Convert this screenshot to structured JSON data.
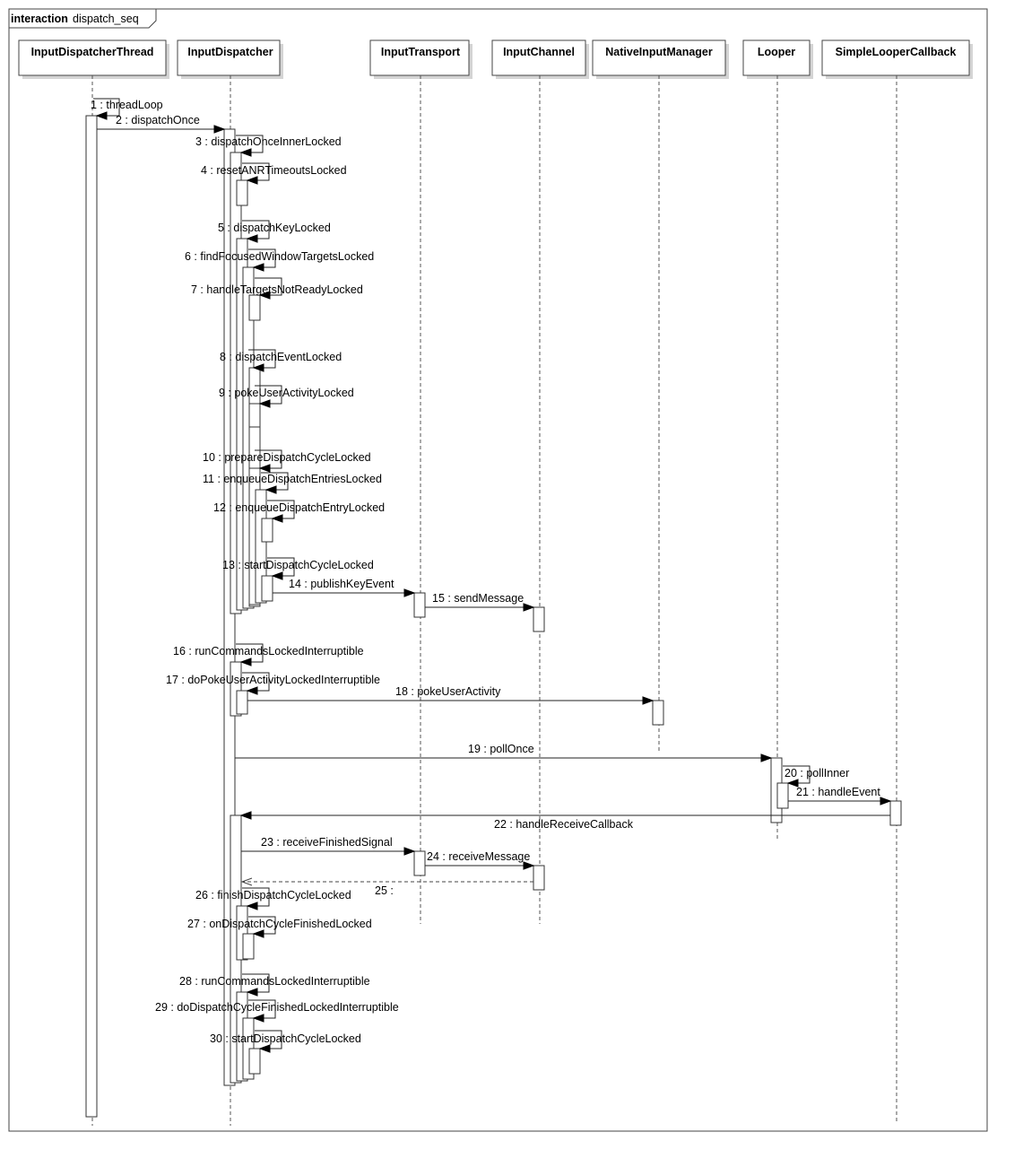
{
  "frame": {
    "keyword": "interaction",
    "name": "dispatch_seq"
  },
  "colors": {
    "magenta": "#cc33cc",
    "red": "#cc2222",
    "ink": "#000000"
  },
  "lifelines": [
    {
      "id": "idt",
      "name": "InputDispatcherThread"
    },
    {
      "id": "id",
      "name": "InputDispatcher"
    },
    {
      "id": "it",
      "name": "InputTransport"
    },
    {
      "id": "ic",
      "name": "InputChannel"
    },
    {
      "id": "nim",
      "name": "NativeInputManager"
    },
    {
      "id": "loop",
      "name": "Looper"
    },
    {
      "id": "slc",
      "name": "SimpleLooperCallback"
    }
  ],
  "messages": [
    {
      "label": "1 : threadLoop"
    },
    {
      "label": "2 : dispatchOnce"
    },
    {
      "label": "3 : dispatchOnceInnerLocked"
    },
    {
      "label": "4 : resetANRTimeoutsLocked",
      "color": "magenta"
    },
    {
      "label": "5 : dispatchKeyLocked"
    },
    {
      "label": "6 : findFocusedWindowTargetsLocked"
    },
    {
      "label": "7 : handleTargetsNotReadyLocked",
      "color": "magenta"
    },
    {
      "label": "8 : dispatchEventLocked"
    },
    {
      "label": "9 : pokeUserActivityLocked"
    },
    {
      "label": "10 : prepareDispatchCycleLocked"
    },
    {
      "label": "11 : enqueueDispatchEntriesLocked"
    },
    {
      "label": "12 : enqueueDispatchEntryLocked",
      "color": "red"
    },
    {
      "label": "13 : startDispatchCycleLocked",
      "color": "red"
    },
    {
      "label": "14 : publishKeyEvent"
    },
    {
      "label": "15 : sendMessage"
    },
    {
      "label": "16 : runCommandsLockedInterruptible"
    },
    {
      "label": "17 : doPokeUserActivityLockedInterruptible"
    },
    {
      "label": "18 : pokeUserActivity"
    },
    {
      "label": "19 : pollOnce"
    },
    {
      "label": "20 : pollInner"
    },
    {
      "label": "21 : handleEvent"
    },
    {
      "label": "22 : handleReceiveCallback"
    },
    {
      "label": "23 : receiveFinishedSignal"
    },
    {
      "label": "24 : receiveMessage"
    },
    {
      "label": "25 :"
    },
    {
      "label": "26 : finishDispatchCycleLocked"
    },
    {
      "label": "27 : onDispatchCycleFinishedLocked"
    },
    {
      "label": "28 : runCommandsLockedInterruptible"
    },
    {
      "label": "29 : doDispatchCycleFinishedLockedInterruptible",
      "color": "red"
    },
    {
      "label": "30 : startDispatchCycleLocked"
    }
  ]
}
